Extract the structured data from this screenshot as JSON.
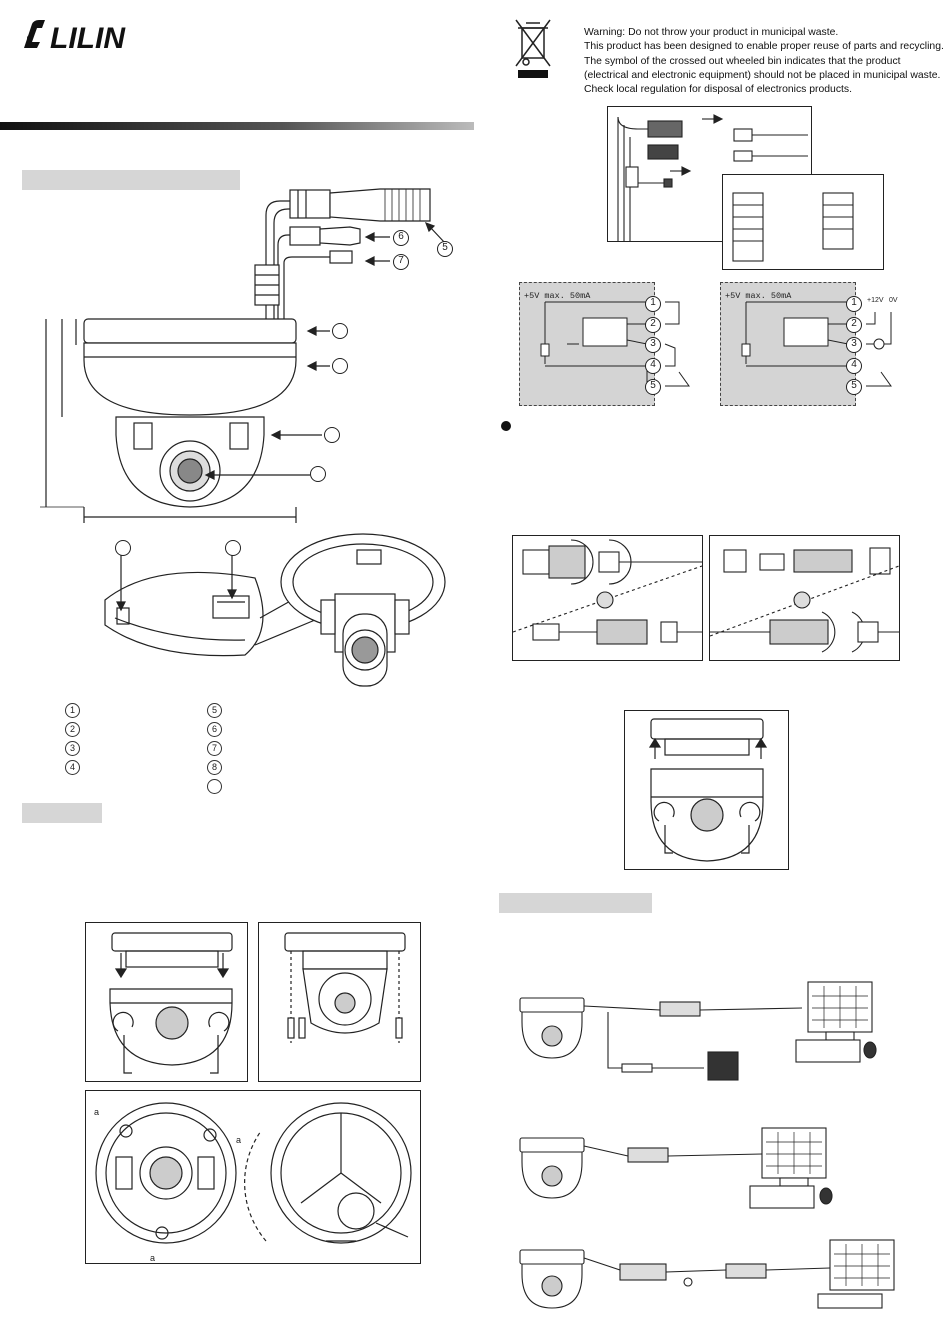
{
  "brand": {
    "logo_text": "LILIN"
  },
  "weee": {
    "lines": [
      "Warning:  Do not throw your product in municipal waste.",
      "This product has been designed to enable proper reuse of parts and recycling.",
      "The symbol of the crossed out wheeled bin indicates that the product",
      "(electrical and electronic equipment) should not be placed in municipal waste.",
      "Check local regulation for disposal of electronics products."
    ]
  },
  "circuit": {
    "supply_left": "+5V  max. 50mA",
    "supply_right": "+5V  max. 50mA",
    "v12": "+12V",
    "v0": "0V",
    "pins": [
      "1",
      "2",
      "3",
      "4",
      "5"
    ]
  },
  "callouts": {
    "five": "5",
    "six": "6",
    "seven": "7"
  },
  "legend": {
    "left": [
      "1",
      "2",
      "3",
      "4"
    ],
    "right": [
      "5",
      "6",
      "7",
      "8"
    ]
  },
  "markers": {
    "a": "a"
  },
  "colors": {
    "section_bar": "#d6d6d6",
    "shaded_panel": "#d4d4d4"
  }
}
